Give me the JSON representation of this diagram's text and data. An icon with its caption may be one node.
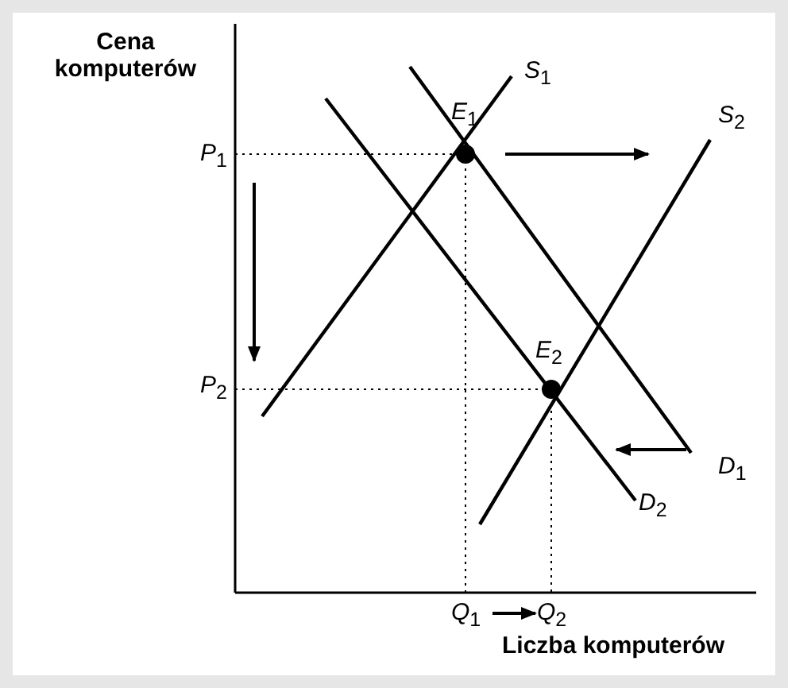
{
  "diagram": {
    "labels": [
      "Cena komputerów",
      "*S*$_{1}$",
      "*E*$_{1}$",
      "*S*$_{2}$",
      "*P*$_{1}$",
      "*E*$_{2}$",
      "*P*$_{2}$",
      "*D*$_{1}$",
      "*D*$_{2}$",
      "*Q*$_{1}$",
      "*Q*$_{2}$",
      "Liczba komputerów"
    ]
  }
}
